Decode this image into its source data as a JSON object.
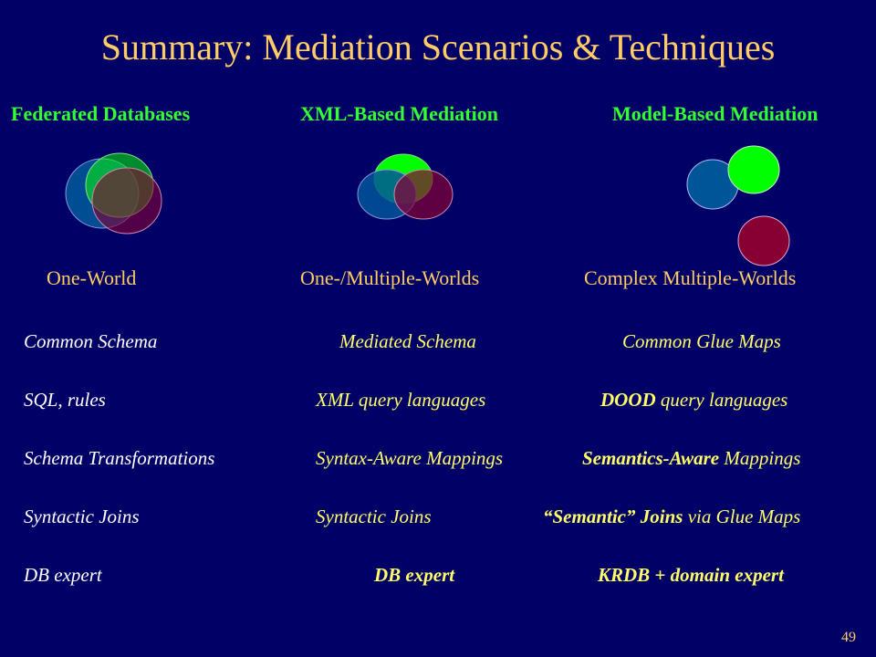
{
  "title": "Summary: Mediation Scenarios & Techniques",
  "columns": [
    {
      "heading": "Federated Databases",
      "world": "One-World"
    },
    {
      "heading": "XML-Based Mediation",
      "world": "One-/Multiple-Worlds"
    },
    {
      "heading": "Model-Based Mediation",
      "world": "Complex Multiple-Worlds"
    }
  ],
  "rows": {
    "schema": {
      "c1": "Common Schema",
      "c2": "Mediated Schema",
      "c3": "Common Glue Maps"
    },
    "languages": {
      "c1": "SQL, rules",
      "c2": "XML query languages",
      "c3_a": "DOOD",
      "c3_b": " query languages"
    },
    "mappings": {
      "c1": "Schema Transformations",
      "c2": "Syntax-Aware Mappings",
      "c3_a": "Semantics-Aware",
      "c3_b": " Mappings"
    },
    "joins": {
      "c1": "Syntactic Joins",
      "c2": "Syntactic Joins",
      "c3_a": "“Semantic” Joins",
      "c3_b": " via Glue Maps"
    },
    "expert": {
      "c1": "DB expert",
      "c2": "DB expert",
      "c3": "KRDB + domain expert"
    }
  },
  "page_number": "49",
  "colors": {
    "background": "#000066",
    "title": "#FFCC66",
    "heading": "#33FF33",
    "highlight": "#FFFF66",
    "blue_circle": "#005599",
    "green_circle": "#00FF00",
    "red_circle": "#880033"
  }
}
